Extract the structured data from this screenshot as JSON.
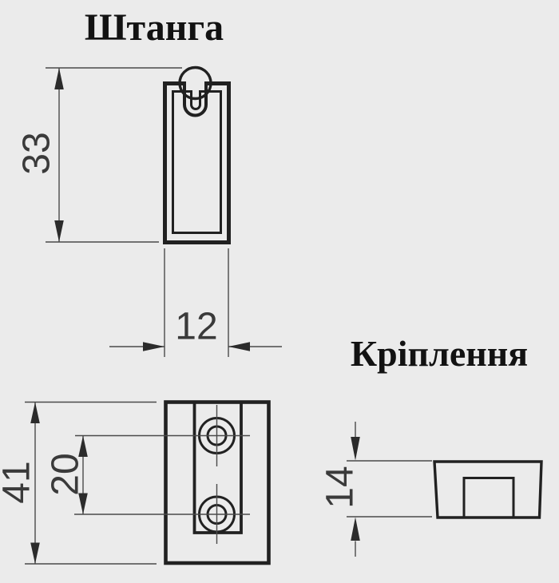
{
  "drawing": {
    "background_color": "#ebebeb",
    "outline_color": "#212121",
    "dimension_line_color": "#4a4a4a",
    "dimension_text_color": "#3a3a3a",
    "title_color": "#121212",
    "figures": {
      "rod": {
        "title": "Штанга",
        "view": "end-profile of channel rail with hanging ring slot"
      },
      "mount": {
        "title": "Кріплення",
        "views": [
          "front plate with two counterbored holes",
          "side profile with notch"
        ]
      }
    },
    "dims": {
      "rod_height": "33",
      "rod_width": "12",
      "mount_height": "41",
      "mount_hole_spacing": "20",
      "mount_depth": "14"
    }
  }
}
